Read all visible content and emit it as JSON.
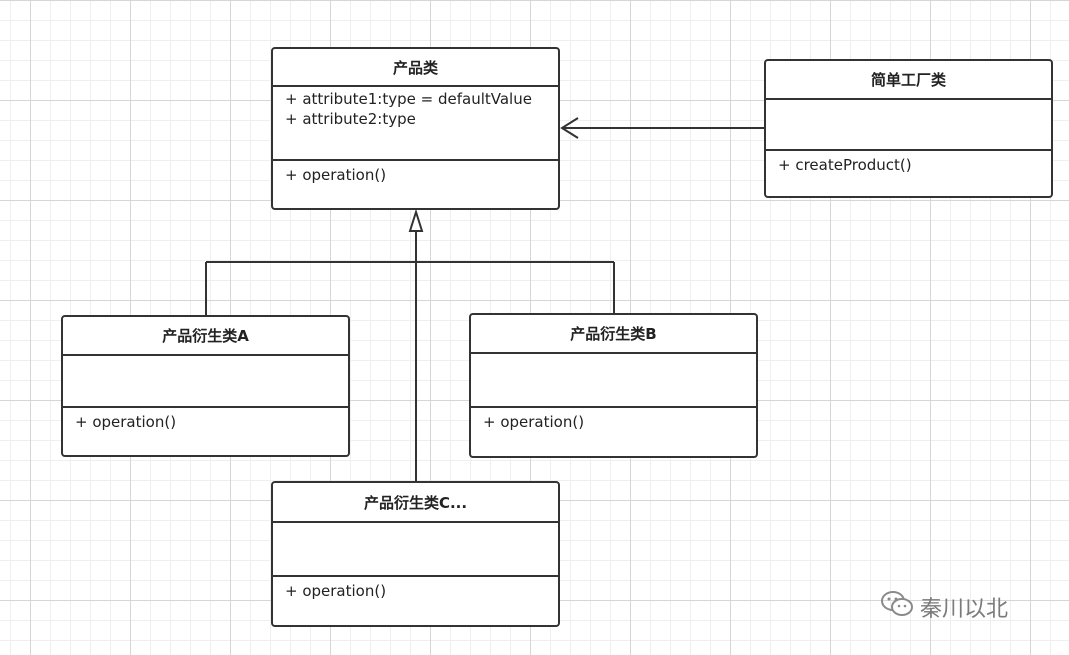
{
  "diagram": {
    "classes": {
      "product": {
        "name": "产品类",
        "attributes": [
          "+ attribute1:type = defaultValue",
          "+ attribute2:type"
        ],
        "operations": [
          "+ operation()"
        ]
      },
      "factory": {
        "name": "简单工厂类",
        "attributes": [],
        "operations": [
          "+ createProduct()"
        ]
      },
      "derived_a": {
        "name": "产品衍生类A",
        "attributes": [],
        "operations": [
          "+ operation()"
        ]
      },
      "derived_b": {
        "name": "产品衍生类B",
        "attributes": [],
        "operations": [
          "+ operation()"
        ]
      },
      "derived_c": {
        "name": "产品衍生类C...",
        "attributes": [],
        "operations": [
          "+ operation()"
        ]
      }
    },
    "relations": [
      {
        "from": "factory",
        "to": "product",
        "kind": "dependency"
      },
      {
        "from": "derived_a",
        "to": "product",
        "kind": "inheritance"
      },
      {
        "from": "derived_b",
        "to": "product",
        "kind": "inheritance"
      },
      {
        "from": "derived_c",
        "to": "product",
        "kind": "inheritance"
      }
    ],
    "colors": {
      "line": "#333333",
      "grid": "#d6d6d6",
      "background": "#ffffff"
    }
  },
  "watermark": {
    "icon": "wechat-icon",
    "text": "秦川以北"
  }
}
